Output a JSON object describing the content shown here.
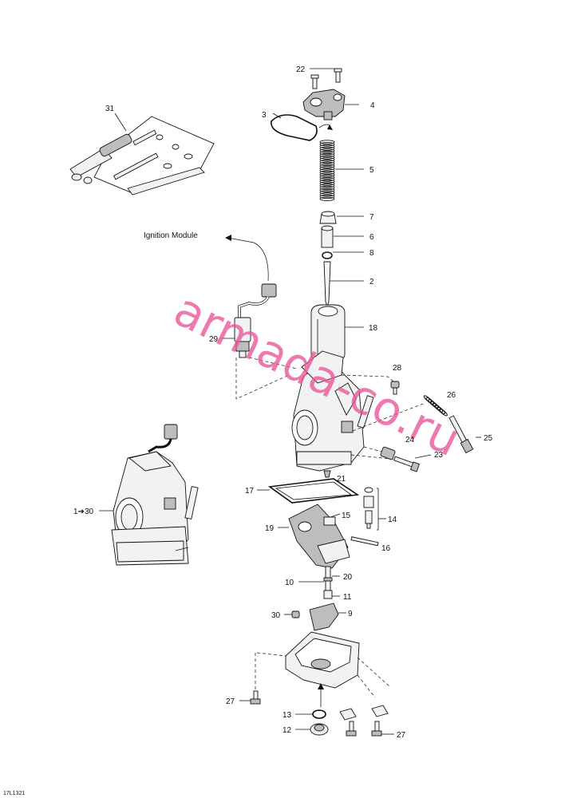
{
  "diagram": {
    "drawing_ref": "17L1321",
    "callout_external": "Ignition Module",
    "watermark": "armada-co.ru",
    "callouts": {
      "c22": "22",
      "c4": "4",
      "c3": "3",
      "c31": "31",
      "c5": "5",
      "c7": "7",
      "c6": "6",
      "c8": "8",
      "c2": "2",
      "c18": "18",
      "c29": "29",
      "c28": "28",
      "c26": "26",
      "c25": "25",
      "c24": "24",
      "c23": "23",
      "c21": "21",
      "c17": "17",
      "c14": "14",
      "c15": "15",
      "c19": "19",
      "c16": "16",
      "c1_30": "1➔30",
      "c10": "10",
      "c20": "20",
      "c11": "11",
      "c30": "30",
      "c9": "9",
      "c27a": "27",
      "c13": "13",
      "c12": "12",
      "c27b": "27"
    }
  }
}
